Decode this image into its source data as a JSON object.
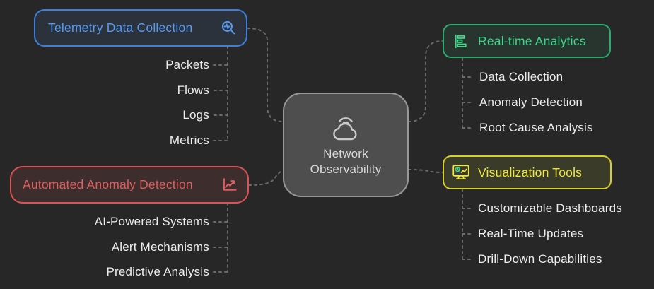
{
  "title": "Network Observability mind map",
  "colors": {
    "background": "#272727",
    "telemetry": "#549bf5",
    "anomaly": "#e25d5d",
    "analytics": "#3fd68b",
    "visualization": "#efe93c",
    "center_fill": "#4e4e4e",
    "connector": "#6a6a6a"
  },
  "center": {
    "lines": [
      "Network",
      "Observability"
    ],
    "icon": "cloud-wifi-icon"
  },
  "branches": {
    "telemetry": {
      "label": "Telemetry Data Collection",
      "icon": "pulse-magnifier-icon",
      "children": [
        "Packets",
        "Flows",
        "Logs",
        "Metrics"
      ]
    },
    "anomaly": {
      "label": "Automated Anomaly Detection",
      "icon": "trend-spark-icon",
      "children": [
        "AI-Powered Systems",
        "Alert Mechanisms",
        "Predictive Analysis"
      ]
    },
    "analytics": {
      "label": "Real-time Analytics",
      "icon": "horizontal-bars-icon",
      "children": [
        "Data Collection",
        "Anomaly Detection",
        "Root Cause Analysis"
      ]
    },
    "visualization": {
      "label": "Visualization Tools",
      "icon": "dashboard-easel-icon",
      "children": [
        "Customizable Dashboards",
        "Real-Time Updates",
        "Drill-Down Capabilities"
      ]
    }
  }
}
